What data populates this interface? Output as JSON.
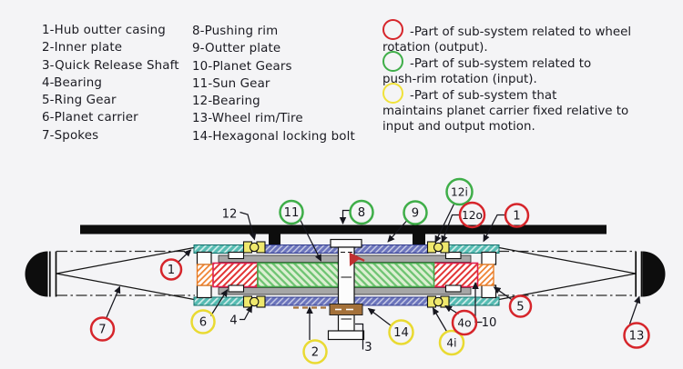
{
  "parts_list": {
    "left": [
      "1-Hub outter casing",
      "2-Inner plate",
      "3-Quick Release Shaft",
      "4-Bearing",
      "5-Ring Gear",
      "6-Planet carrier",
      "7-Spokes"
    ],
    "right": [
      "8-Pushing rim",
      "9-Outter plate",
      "10-Planet Gears",
      "11-Sun Gear",
      "12-Bearing",
      "13-Wheel rim/Tire",
      "14-Hexagonal locking bolt"
    ]
  },
  "legend": [
    {
      "circle_color": "#d6252b",
      "lines": [
        "-Part of sub-system related to wheel",
        "rotation (output)."
      ]
    },
    {
      "circle_color": "#3fae49",
      "lines": [
        "-Part of sub-system related to",
        "push-rim rotation (input)."
      ]
    },
    {
      "circle_color": "#f0e23a",
      "lines": [
        "-Part of sub-system that",
        "maintains planet carrier fixed relative to",
        "input and output motion."
      ]
    }
  ],
  "diagram": {
    "labels": {
      "b12": "12",
      "b11": "11",
      "b8": "8",
      "b9": "9",
      "b12i": "12i",
      "b12o": "12o",
      "b1_top": "1",
      "b1_left": "1",
      "b7": "7",
      "b6": "6",
      "b4": "4",
      "b2": "2",
      "b3": "3",
      "b14": "14",
      "b4i": "4i",
      "b4o": "4o",
      "b10": "10",
      "b5": "5",
      "b13": "13"
    },
    "colors": {
      "hub_casing_teal": "#55bbb2",
      "plate_blue": "#6a73bb",
      "gear_green_bg": "#dcefd2",
      "gear_green_line": "#6fc473",
      "carrier_red_line": "#e23535",
      "carrier_red_border": "#e02050",
      "ring_gear_orange": "#ef8536",
      "bearing_yellow": "#efe86d",
      "locking_bolt_brown": "#a4713a",
      "shaft_gray": "#a6a6a6",
      "push_rim_black": "#0d0d0d",
      "label_red": "#d6252b",
      "label_green": "#3fae49",
      "label_yellow": "#f0e23a"
    }
  }
}
